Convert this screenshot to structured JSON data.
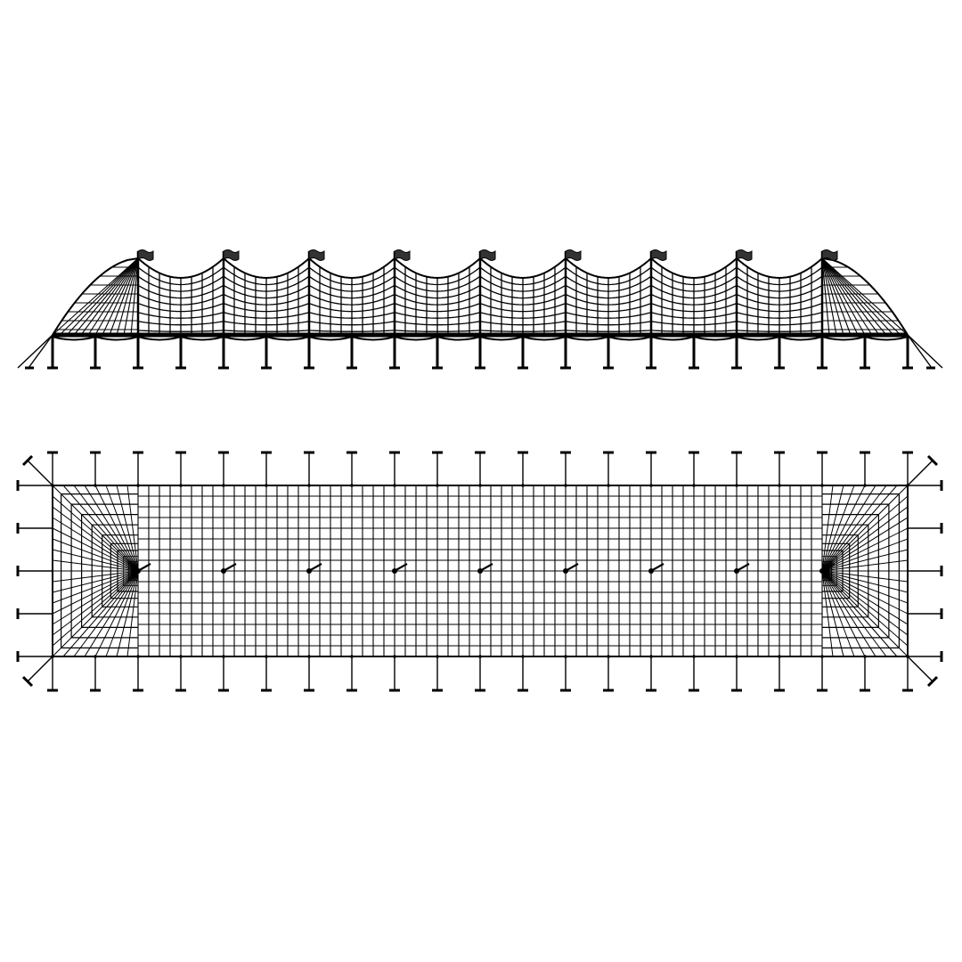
{
  "drawing": {
    "views": [
      "elevation",
      "plan"
    ],
    "king_pole_count": 9,
    "side_poles_per_long_side": 21,
    "side_poles_per_end": 5
  },
  "colors": {
    "line": "#000000",
    "background": "#ffffff"
  }
}
